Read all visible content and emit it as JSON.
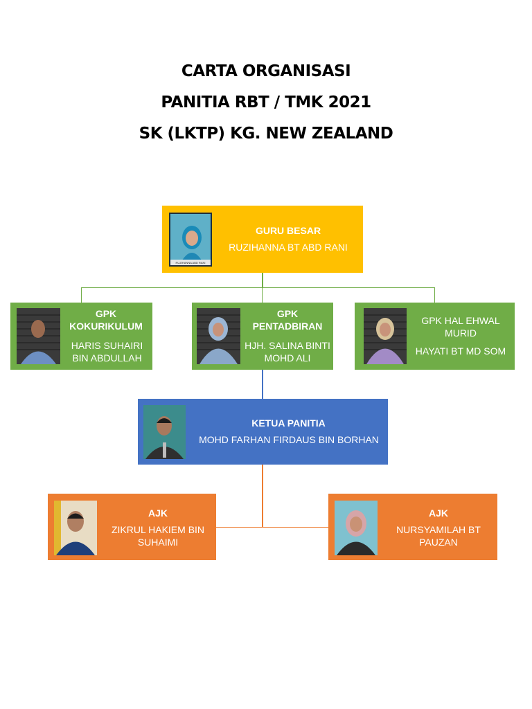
{
  "header": {
    "line1": "CARTA ORGANISASI",
    "line2": "PANITIA RBT / TMK 2021",
    "line3": "SK (LKTP) KG. NEW ZEALAND"
  },
  "nodes": {
    "guru_besar": {
      "role": "GURU BESAR",
      "name": "RUZIHANNA BT ABD RANI",
      "photo_caption": "RUZIHANNA ABD RANI"
    },
    "gpk_kokurikulum": {
      "role": "GPK KOKURIKULUM",
      "name": "HARIS SUHAIRI BIN ABDULLAH"
    },
    "gpk_pentadbiran": {
      "role": "GPK PENTADBIRAN",
      "name": "HJH. SALINA BINTI MOHD ALI"
    },
    "gpk_hem": {
      "role": "GPK HAL EHWAL MURID",
      "name": "HAYATI BT MD SOM"
    },
    "ketua_panitia": {
      "role": "KETUA PANITIA",
      "name": "MOHD FARHAN FIRDAUS BIN BORHAN"
    },
    "ajk_1": {
      "role": "AJK",
      "name": "ZIKRUL HAKIEM BIN SUHAIMI"
    },
    "ajk_2": {
      "role": "AJK",
      "name": "NURSYAMILAH BT PAUZAN"
    }
  },
  "colors": {
    "yellow": "#ffc000",
    "green": "#70ad47",
    "blue": "#4472c4",
    "orange": "#ed7d31"
  }
}
